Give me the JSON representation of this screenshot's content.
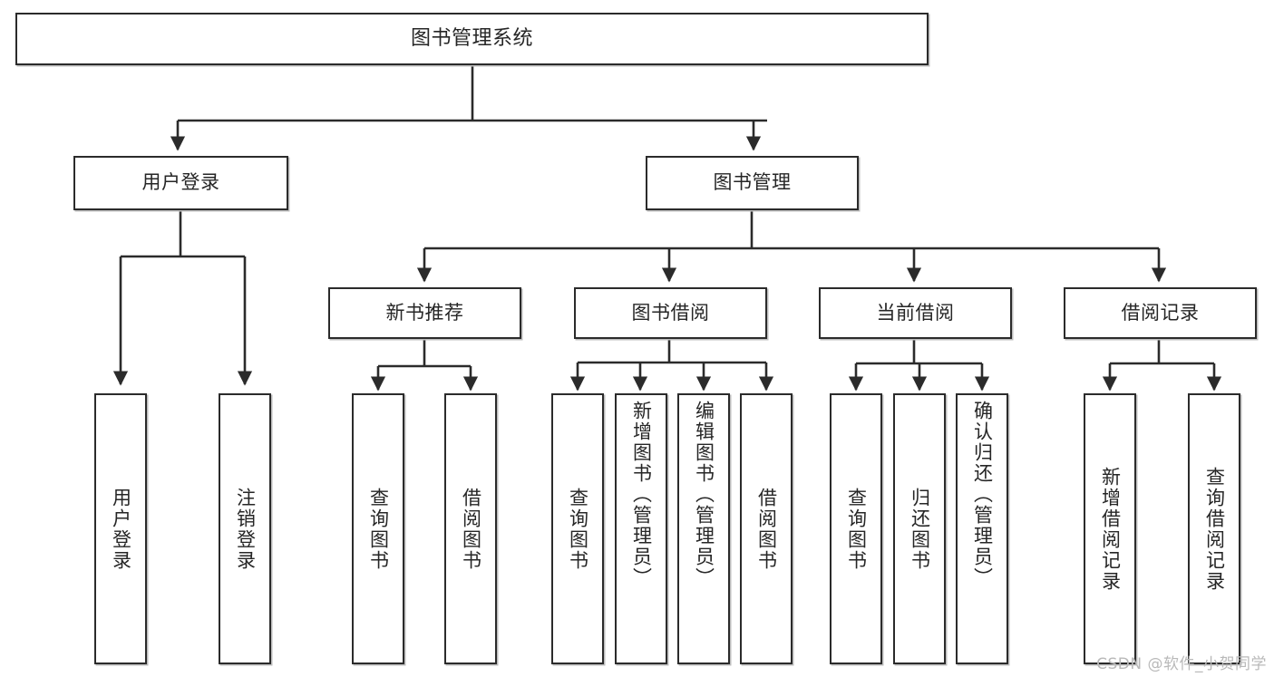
{
  "diagram": {
    "type": "tree-hierarchy",
    "title": "图书管理系统",
    "orientation": "top-down",
    "watermark": "CSDN @软件_小贺同学",
    "colors": {
      "background": "#ffffff",
      "node_border": "#2b2b2b",
      "node_fill": "#ffffff",
      "node_shadow": "#bdbdbd",
      "edge": "#2b2b2b",
      "text": "#262626",
      "watermark": "#b9b9b9"
    },
    "nodes": {
      "root": {
        "label": "图书管理系统"
      },
      "level1": [
        {
          "id": "user-login",
          "label": "用户登录"
        },
        {
          "id": "book-manage",
          "label": "图书管理"
        }
      ],
      "level2": [
        {
          "id": "new-book-rec",
          "label": "新书推荐"
        },
        {
          "id": "book-borrow",
          "label": "图书借阅"
        },
        {
          "id": "current-borrow",
          "label": "当前借阅"
        },
        {
          "id": "borrow-record",
          "label": "借阅记录"
        }
      ],
      "leaves": {
        "user-login": [
          {
            "id": "leaf-user-login",
            "label": "用户登录"
          },
          {
            "id": "leaf-logout",
            "label": "注销登录"
          }
        ],
        "new-book-rec": [
          {
            "id": "leaf-query-book-1",
            "label": "查询图书"
          },
          {
            "id": "leaf-borrow-book-1",
            "label": "借阅图书"
          }
        ],
        "book-borrow": [
          {
            "id": "leaf-query-book-2",
            "label": "查询图书"
          },
          {
            "id": "leaf-add-book",
            "label": "新增图书（管理员）"
          },
          {
            "id": "leaf-edit-book",
            "label": "编辑图书（管理员）"
          },
          {
            "id": "leaf-borrow-book-2",
            "label": "借阅图书"
          }
        ],
        "current-borrow": [
          {
            "id": "leaf-query-book-3",
            "label": "查询图书"
          },
          {
            "id": "leaf-return-book",
            "label": "归还图书"
          },
          {
            "id": "leaf-confirm-return",
            "label": "确认归还（管理员）"
          }
        ],
        "borrow-record": [
          {
            "id": "leaf-add-record",
            "label": "新增借阅记录"
          },
          {
            "id": "leaf-query-record",
            "label": "查询借阅记录"
          }
        ]
      }
    }
  }
}
